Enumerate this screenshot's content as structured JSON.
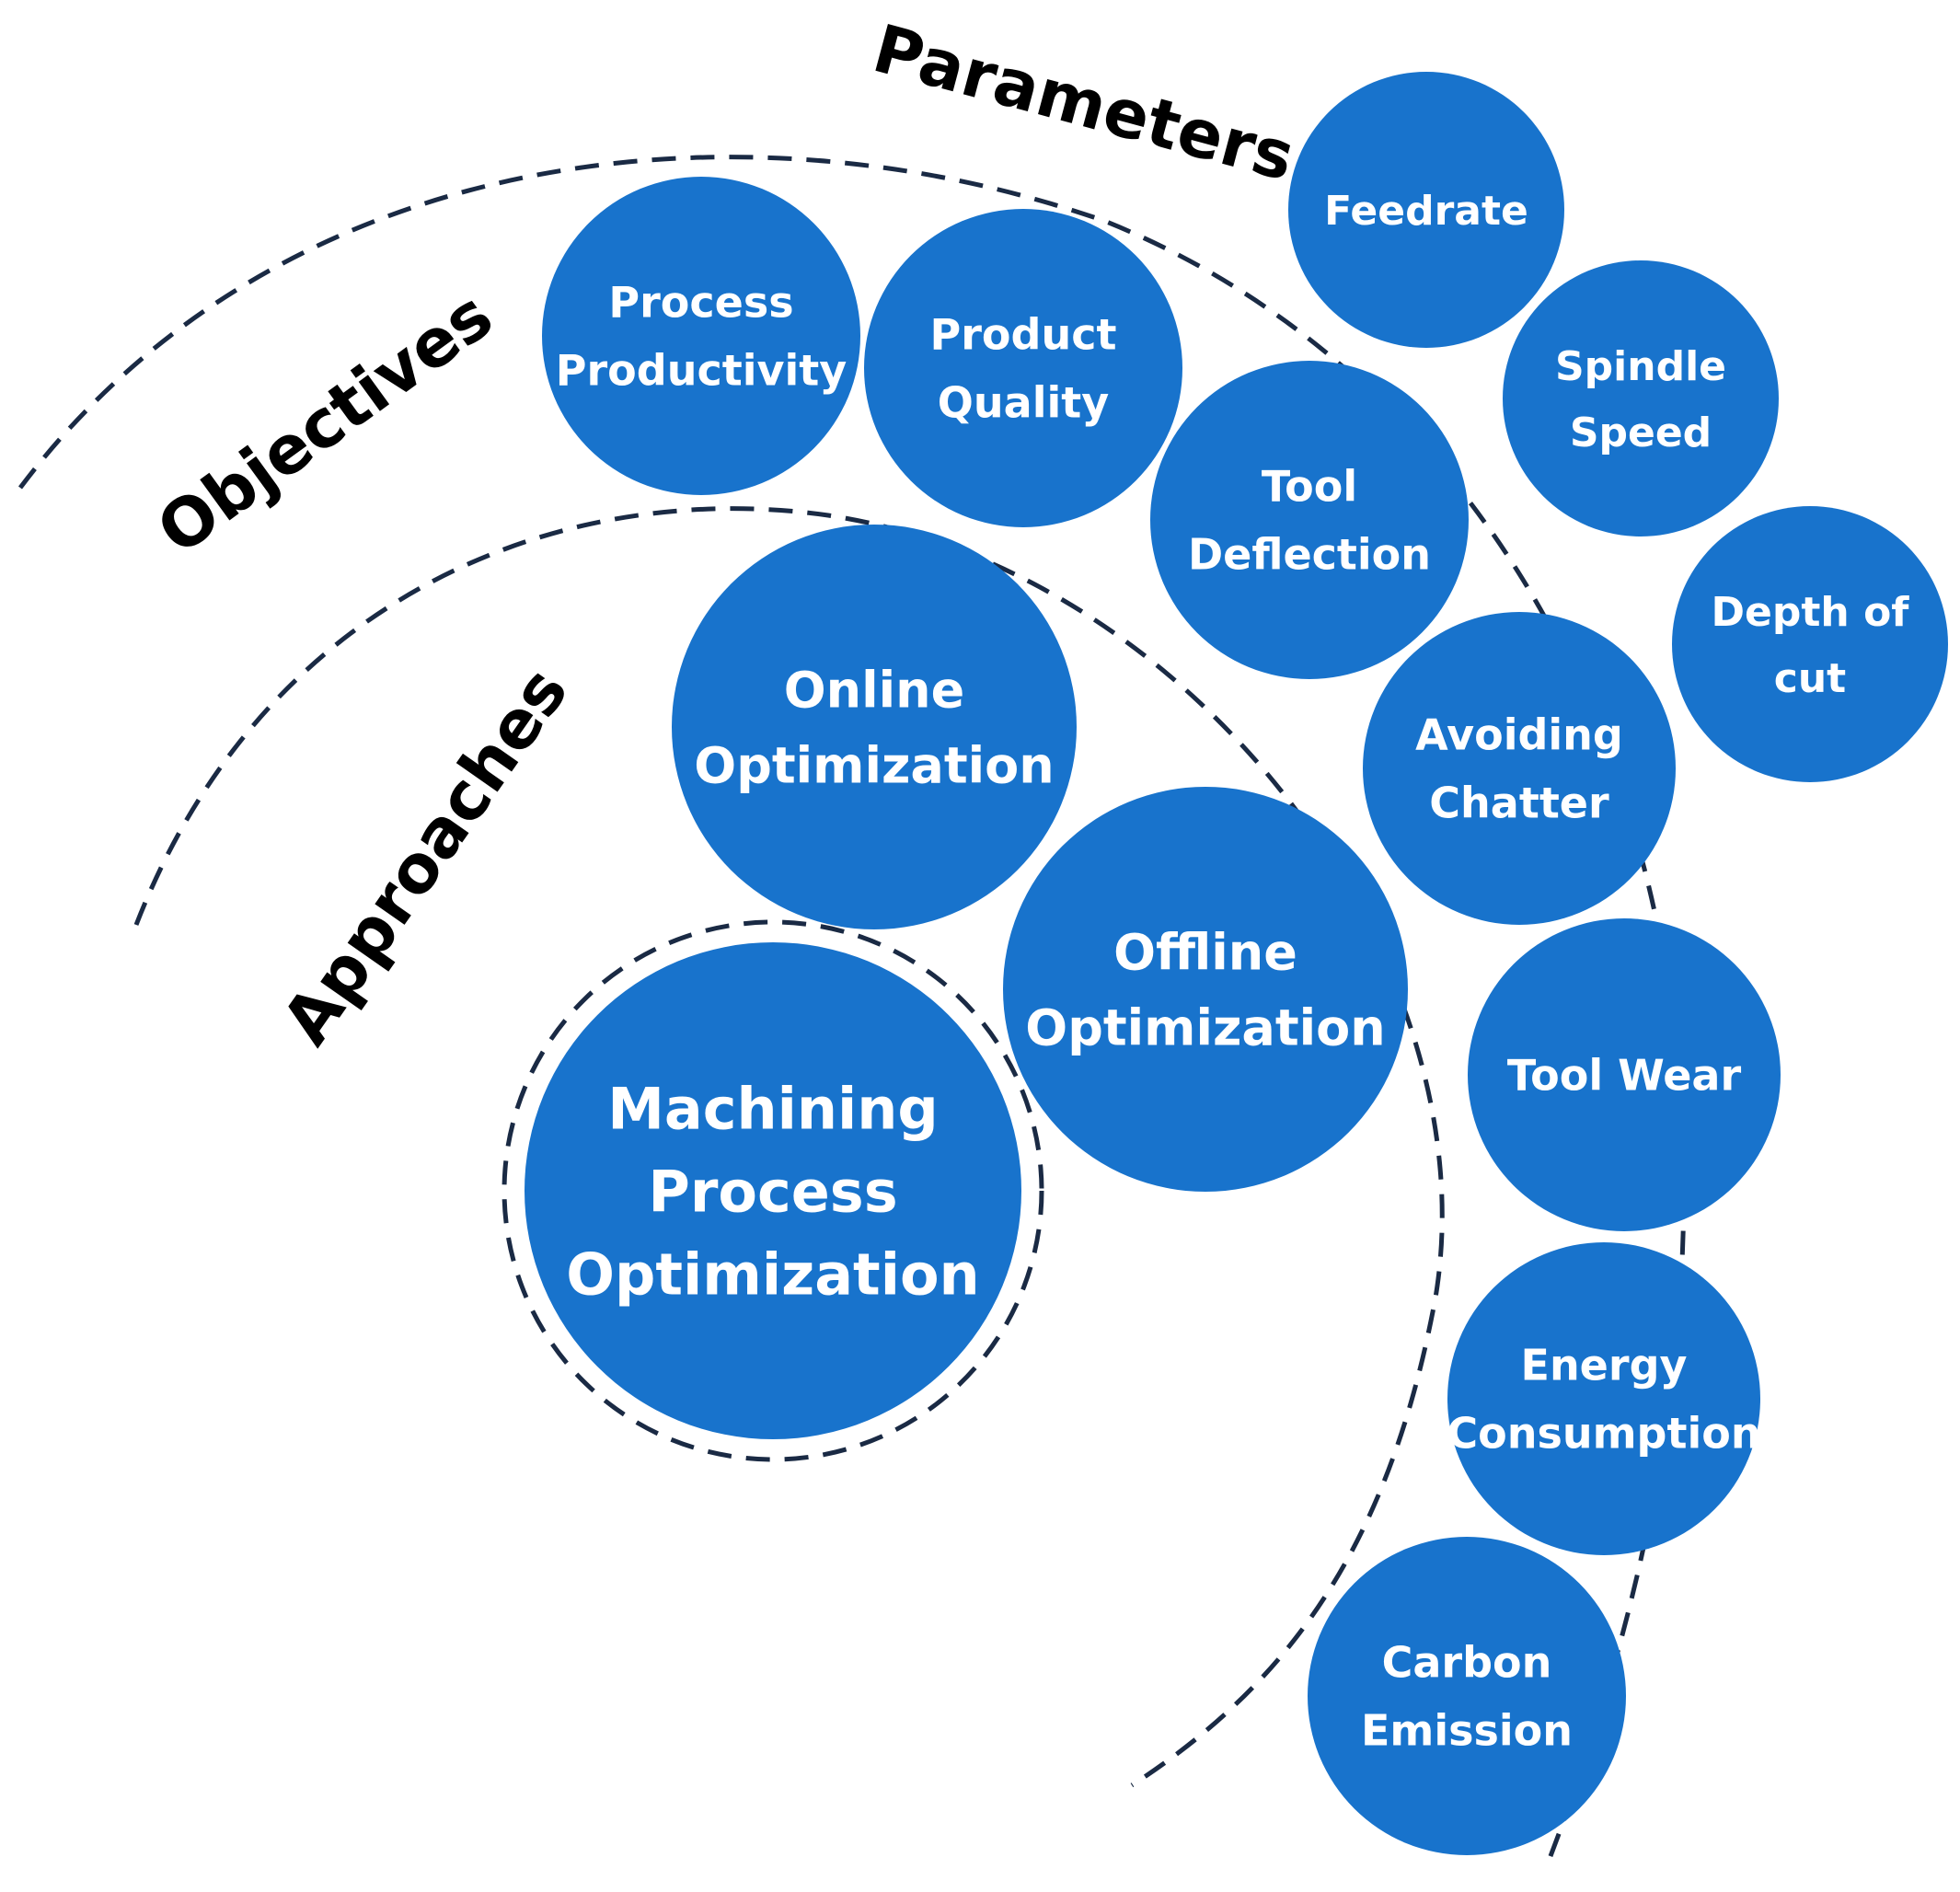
{
  "colors": {
    "bubble_fill": "#1873CC",
    "bubble_text": "#FFFFFF",
    "ring_label_text": "#000000",
    "dashed_arc": "#1A2A44"
  },
  "ring_labels": {
    "parameters": "Parameters",
    "objectives": "Objectives",
    "approaches": "Approaches"
  },
  "center": {
    "lines": [
      "Machining",
      "Process",
      "Optimization"
    ]
  },
  "approaches": [
    {
      "lines": [
        "Online",
        "Optimization"
      ]
    },
    {
      "lines": [
        "Offline",
        "Optimization"
      ]
    }
  ],
  "objectives": [
    {
      "lines": [
        "Process",
        "Productivity"
      ]
    },
    {
      "lines": [
        "Product",
        "Quality"
      ]
    },
    {
      "lines": [
        "Tool",
        "Deflection"
      ]
    },
    {
      "lines": [
        "Avoiding",
        "Chatter"
      ]
    },
    {
      "lines": [
        "Tool Wear"
      ]
    },
    {
      "lines": [
        "Energy",
        "Consumption"
      ]
    },
    {
      "lines": [
        "Carbon",
        "Emission"
      ]
    }
  ],
  "parameters": [
    {
      "lines": [
        "Feedrate"
      ]
    },
    {
      "lines": [
        "Spindle",
        "Speed"
      ]
    },
    {
      "lines": [
        "Depth of",
        "cut"
      ]
    }
  ]
}
